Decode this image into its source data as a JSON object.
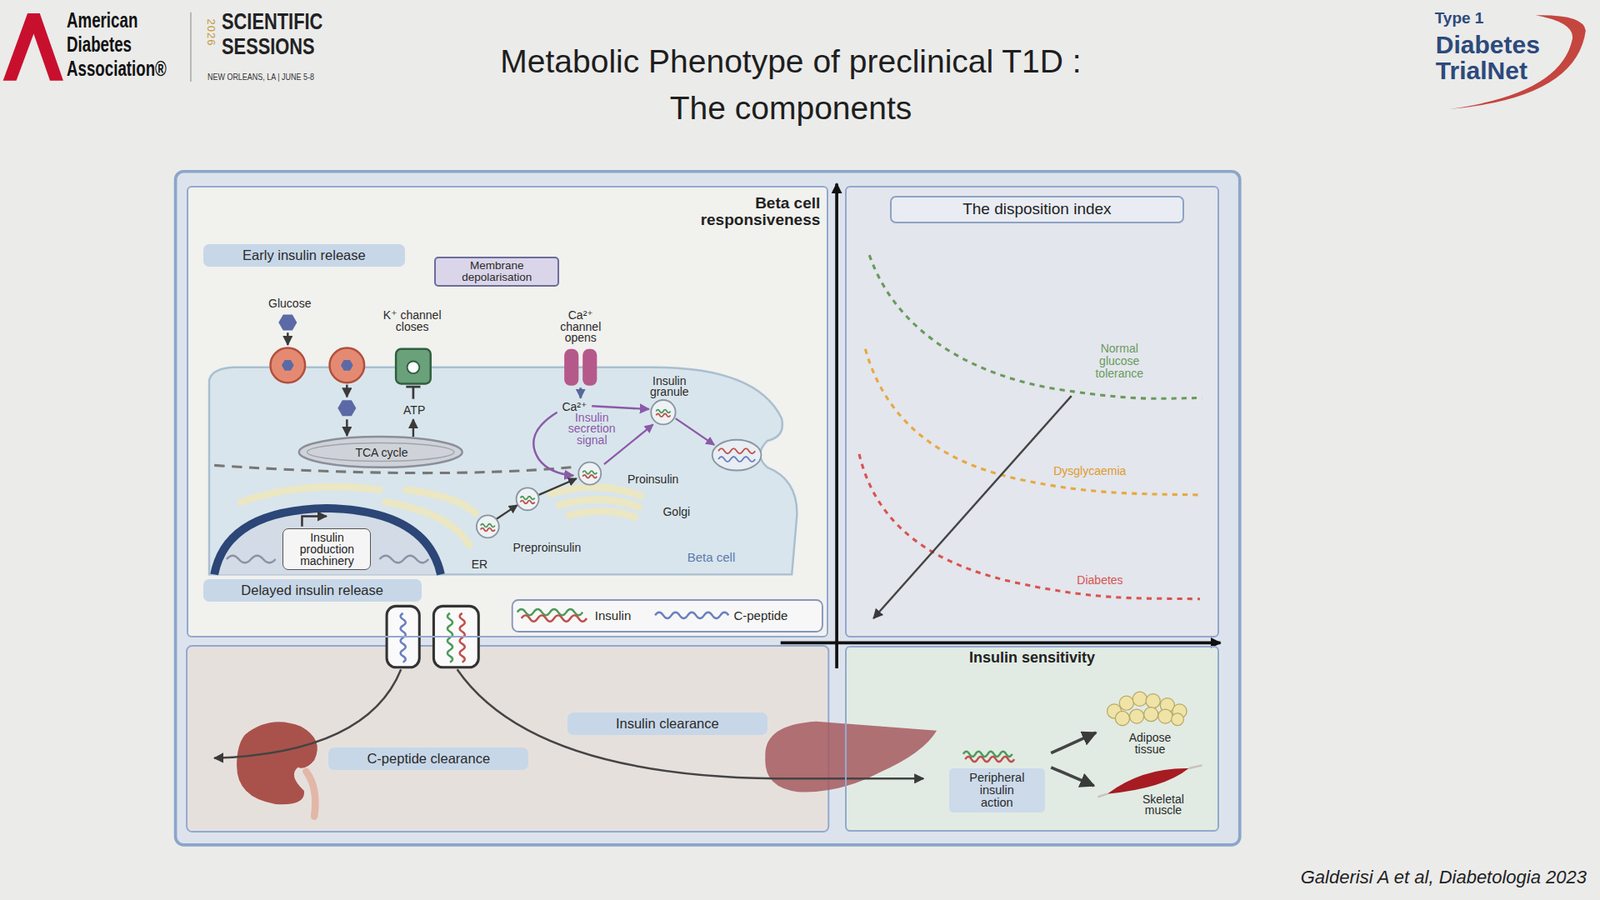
{
  "diagram": {
    "title": "Metabolic Phenotype of preclinical T1D : The components",
    "caption": "Galderisi A et al, Diabetologia 2023",
    "nodes": [
      {
        "text": [
          "Beta cell responsiveness"
        ]
      },
      {
        "text": [
          "Early insulin release"
        ],
        "in": 0
      },
      {
        "text": [
          "Membrane depolarisation"
        ],
        "in": 0
      },
      {
        "text": [
          "Insulin production machinery"
        ],
        "in": 0
      },
      {
        "text": [
          "Delayed insulin release"
        ],
        "in": 0
      },
      {
        "text": [
          "The disposition index"
        ]
      },
      {
        "text": [
          "C-peptide clearance"
        ]
      },
      {
        "text": [
          "Insulin clearance"
        ]
      },
      {
        "text": [
          "Insulin sensitivity"
        ]
      },
      {
        "text": [
          "Peripheral insulin action"
        ],
        "in": 8
      }
    ],
    "labels": [
      "American Diabetes Association®",
      "2026",
      "SCIENTIFIC SESSIONS",
      "NEW ORLEANS, LA | JUNE 5-8",
      "Type 1",
      "Diabetes TrialNet",
      "Glucose",
      "K⁺ channel closes",
      "Ca²⁺ channel opens",
      "ATP",
      "Ca²⁺",
      "Insulin granule",
      "TCA cycle",
      "Insulin secretion signal",
      "Proinsulin",
      "Golgi",
      "ER",
      "Preproinsulin",
      "Beta cell",
      "Normal glucose tolerance",
      "Dysglycaemia",
      "Diabetes",
      "Adipose tissue",
      "Skeletal muscle"
    ],
    "legend": [
      {
        "text": "Insulin"
      },
      {
        "text": "C-peptide"
      }
    ]
  }
}
